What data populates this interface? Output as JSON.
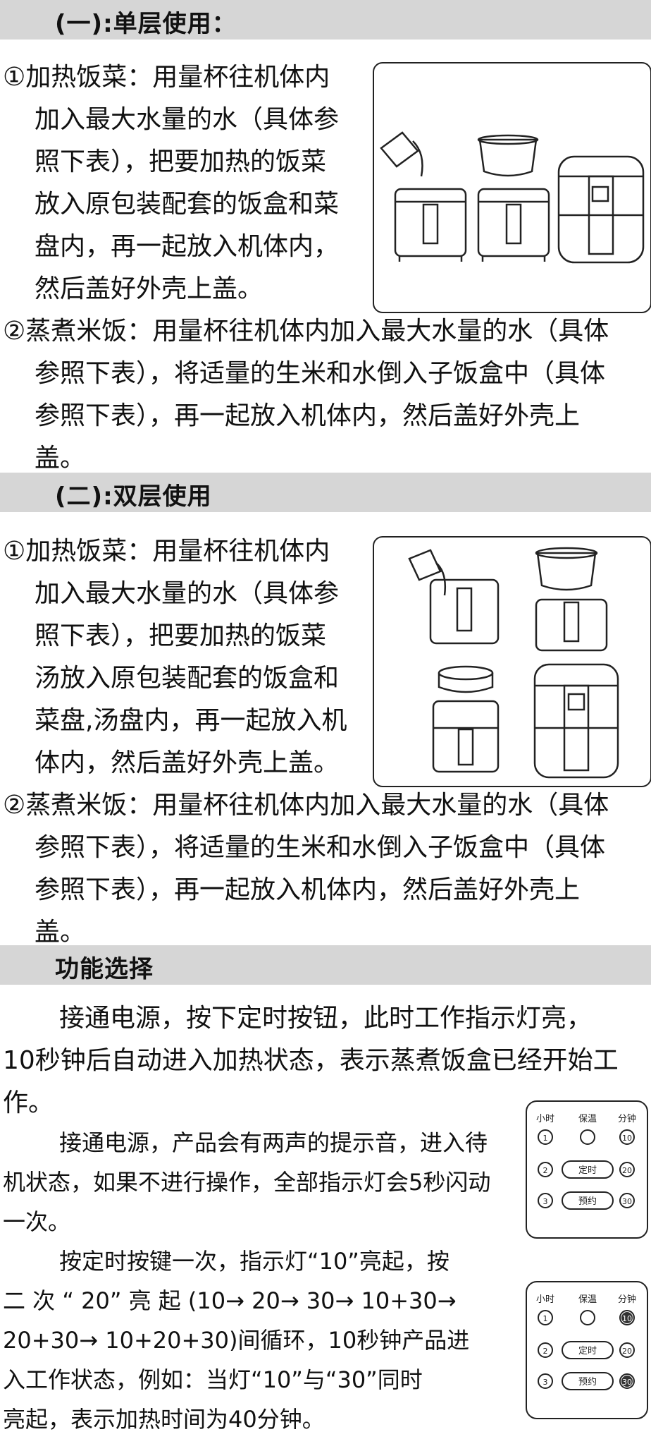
{
  "sections": [
    {
      "heading": "(一):单层使用：",
      "item1": [
        "①加热饭菜：用量杯往机体内",
        "加入最大水量的水（具体参",
        "照下表），把要加热的饭菜",
        "放入原包装配套的饭盒和菜",
        "盘内，再一起放入机体内，",
        "然后盖好外壳上盖。"
      ],
      "item2": [
        "②蒸煮米饭：用量杯往机体内加入最大水量的水（具体",
        "参照下表），将适量的生米和水倒入子饭盒中（具体",
        "参照下表），再一起放入机体内，然后盖好外壳上",
        "盖。"
      ]
    },
    {
      "heading": "(二):双层使用",
      "item1": [
        "①加热饭菜：用量杯往机体内",
        "加入最大水量的水（具体参",
        "照下表），把要加热的饭菜",
        "汤放入原包装配套的饭盒和",
        "菜盘,汤盘内，再一起放入机",
        "体内，然后盖好外壳上盖。"
      ],
      "item2": [
        "②蒸煮米饭：用量杯往机体内加入最大水量的水（具体",
        "参照下表），将适量的生米和水倒入子饭盒中（具体",
        "参照下表），再一起放入机体内，然后盖好外壳上",
        "盖。"
      ]
    },
    {
      "heading": "功能选择",
      "p1": [
        "接通电源，按下定时按钮，此时工作指示灯亮，",
        "10秒钟后自动进入加热状态，表示蒸煮饭盒已经开始工",
        "作。"
      ],
      "p2": [
        "接通电源，产品会有两声的提示音，进入待",
        "机状态，如果不进行操作，全部指示灯会5秒闪动",
        "一次。"
      ],
      "p3": [
        "按定时按键一次，指示灯“10”亮起，按",
        "二 次 “ 20” 亮 起 (10→ 20→ 30→ 10+30→",
        "20+30→ 10+20+30)间循环，10秒钟产品进",
        "入工作状态，例如：当灯“10”与“30”同时",
        "亮起，表示加热时间为40分钟。"
      ]
    }
  ],
  "panel": {
    "hours": "小时",
    "keep_warm": "保温",
    "minutes": "分钟",
    "n1": "1",
    "n2": "2",
    "n3": "3",
    "m10": "10",
    "m20": "20",
    "m30": "30",
    "timer": "定时",
    "reserve": "预约"
  }
}
